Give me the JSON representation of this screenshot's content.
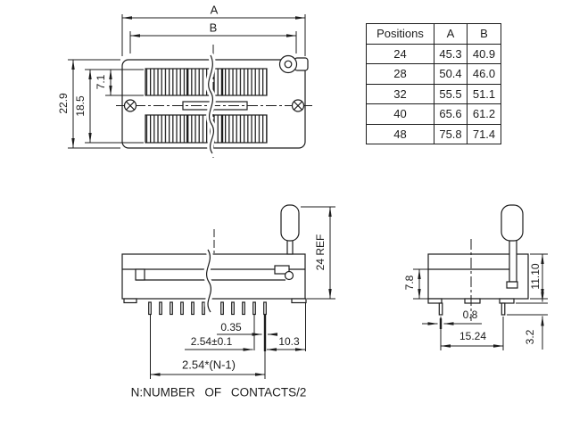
{
  "note": "N:NUMBER OF CONTACTS/2",
  "table": {
    "headers": [
      "Positions",
      "A",
      "B"
    ],
    "rows": [
      [
        "24",
        "45.3",
        "40.9"
      ],
      [
        "28",
        "50.4",
        "46.0"
      ],
      [
        "32",
        "55.5",
        "51.1"
      ],
      [
        "40",
        "65.6",
        "61.2"
      ],
      [
        "48",
        "75.8",
        "71.4"
      ]
    ]
  },
  "top_view": {
    "dim_a": "A",
    "dim_b": "B",
    "dim_overall_height": "22.9",
    "dim_inner_height": "18.5",
    "dim_row_height": "7.1"
  },
  "side_view": {
    "dim_ref_height": "24 REF",
    "dim_pin_width": "0.35",
    "dim_pitch": "2.54±0.1",
    "dim_end_margin": "10.3",
    "dim_pin_span": "2.54*(N-1)"
  },
  "end_view": {
    "dim_front_height": "7.8",
    "dim_body_height": "11.10",
    "dim_pin_width": "0.8",
    "dim_pin_spacing": "15.24",
    "dim_pin_length": "3.2"
  },
  "colors": {
    "line": "#1c1c1c",
    "background": "#ffffff"
  }
}
